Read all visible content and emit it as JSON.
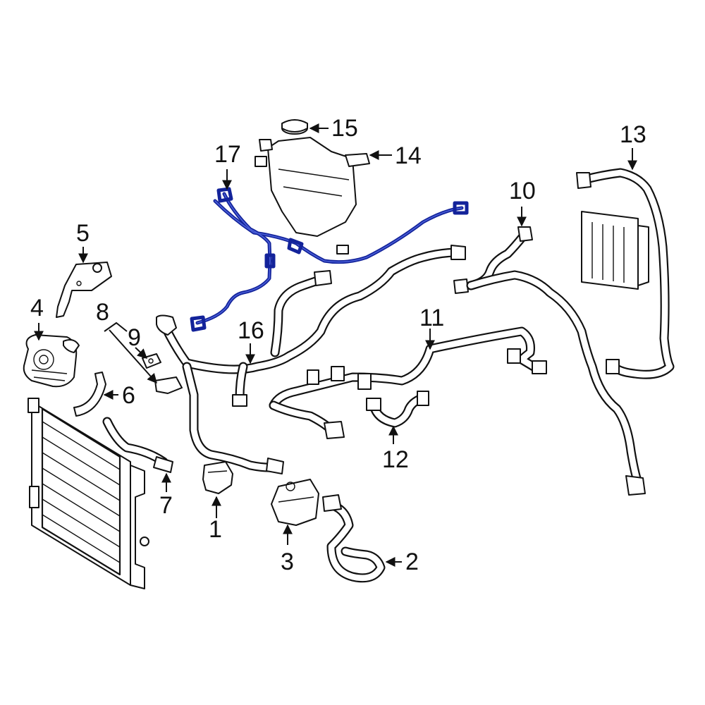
{
  "diagram": {
    "colors": {
      "line": "#111111",
      "highlight": "#13239a",
      "background": "#ffffff"
    },
    "callouts": [
      {
        "id": "c1",
        "label": "1"
      },
      {
        "id": "c2",
        "label": "2"
      },
      {
        "id": "c3",
        "label": "3"
      },
      {
        "id": "c4",
        "label": "4"
      },
      {
        "id": "c5",
        "label": "5"
      },
      {
        "id": "c6",
        "label": "6"
      },
      {
        "id": "c7",
        "label": "7"
      },
      {
        "id": "c8",
        "label": "8"
      },
      {
        "id": "c9",
        "label": "9"
      },
      {
        "id": "c10",
        "label": "10"
      },
      {
        "id": "c11",
        "label": "11"
      },
      {
        "id": "c12",
        "label": "12"
      },
      {
        "id": "c13",
        "label": "13"
      },
      {
        "id": "c14",
        "label": "14"
      },
      {
        "id": "c15",
        "label": "15"
      },
      {
        "id": "c16",
        "label": "16"
      },
      {
        "id": "c17",
        "label": "17"
      }
    ],
    "highlighted_part": "17"
  }
}
